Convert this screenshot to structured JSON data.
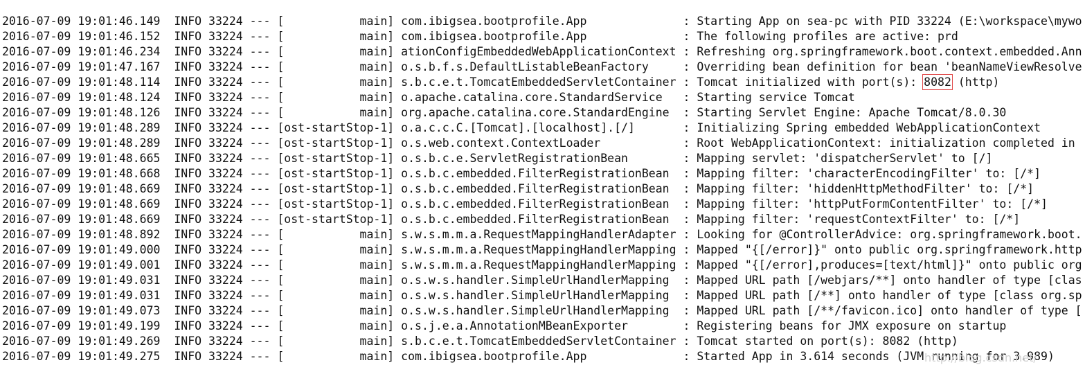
{
  "console": {
    "lines": [
      "2016-07-09 19:01:46.149  INFO 33224 --- [           main] com.ibigsea.bootprofile.App              : Starting App on sea-pc with PID 33224 (E:\\workspace\\mywo",
      "2016-07-09 19:01:46.152  INFO 33224 --- [           main] com.ibigsea.bootprofile.App              : The following profiles are active: prd",
      "2016-07-09 19:01:46.234  INFO 33224 --- [           main] ationConfigEmbeddedWebApplicationContext : Refreshing org.springframework.boot.context.embedded.Ann",
      "2016-07-09 19:01:47.167  INFO 33224 --- [           main] o.s.b.f.s.DefaultListableBeanFactory     : Overriding bean definition for bean 'beanNameViewResolve",
      "2016-07-09 19:01:48.114  INFO 33224 --- [           main] s.b.c.e.t.TomcatEmbeddedServletContainer : Tomcat initialized with port(s): 8082 (http)",
      "2016-07-09 19:01:48.124  INFO 33224 --- [           main] o.apache.catalina.core.StandardService   : Starting service Tomcat",
      "2016-07-09 19:01:48.126  INFO 33224 --- [           main] org.apache.catalina.core.StandardEngine  : Starting Servlet Engine: Apache Tomcat/8.0.30",
      "2016-07-09 19:01:48.289  INFO 33224 --- [ost-startStop-1] o.a.c.c.C.[Tomcat].[localhost].[/]       : Initializing Spring embedded WebApplicationContext",
      "2016-07-09 19:01:48.289  INFO 33224 --- [ost-startStop-1] o.s.web.context.ContextLoader            : Root WebApplicationContext: initialization completed in",
      "2016-07-09 19:01:48.665  INFO 33224 --- [ost-startStop-1] o.s.b.c.e.ServletRegistrationBean        : Mapping servlet: 'dispatcherServlet' to [/]",
      "2016-07-09 19:01:48.668  INFO 33224 --- [ost-startStop-1] o.s.b.c.embedded.FilterRegistrationBean  : Mapping filter: 'characterEncodingFilter' to: [/*]",
      "2016-07-09 19:01:48.669  INFO 33224 --- [ost-startStop-1] o.s.b.c.embedded.FilterRegistrationBean  : Mapping filter: 'hiddenHttpMethodFilter' to: [/*]",
      "2016-07-09 19:01:48.669  INFO 33224 --- [ost-startStop-1] o.s.b.c.embedded.FilterRegistrationBean  : Mapping filter: 'httpPutFormContentFilter' to: [/*]",
      "2016-07-09 19:01:48.669  INFO 33224 --- [ost-startStop-1] o.s.b.c.embedded.FilterRegistrationBean  : Mapping filter: 'requestContextFilter' to: [/*]",
      "2016-07-09 19:01:48.892  INFO 33224 --- [           main] s.w.s.m.m.a.RequestMappingHandlerAdapter : Looking for @ControllerAdvice: org.springframework.boot.",
      "2016-07-09 19:01:49.000  INFO 33224 --- [           main] s.w.s.m.m.a.RequestMappingHandlerMapping : Mapped \"{[/error]}\" onto public org.springframework.http",
      "2016-07-09 19:01:49.001  INFO 33224 --- [           main] s.w.s.m.m.a.RequestMappingHandlerMapping : Mapped \"{[/error],produces=[text/html]}\" onto public org",
      "2016-07-09 19:01:49.031  INFO 33224 --- [           main] o.s.w.s.handler.SimpleUrlHandlerMapping  : Mapped URL path [/webjars/**] onto handler of type [clas",
      "2016-07-09 19:01:49.031  INFO 33224 --- [           main] o.s.w.s.handler.SimpleUrlHandlerMapping  : Mapped URL path [/**] onto handler of type [class org.sp",
      "2016-07-09 19:01:49.073  INFO 33224 --- [           main] o.s.w.s.handler.SimpleUrlHandlerMapping  : Mapped URL path [/**/favicon.ico] onto handler of type [",
      "2016-07-09 19:01:49.199  INFO 33224 --- [           main] o.s.j.e.a.AnnotationMBeanExporter        : Registering beans for JMX exposure on startup",
      "2016-07-09 19:01:49.269  INFO 33224 --- [           main] s.b.c.e.t.TomcatEmbeddedServletContainer : Tomcat started on port(s): 8082 (http)",
      "2016-07-09 19:01:49.275  INFO 33224 --- [           main] com.ibigsea.bootprofile.App              : Started App in 3.614 seconds (JVM running for 3.989)"
    ],
    "highlight": {
      "line_index": 4,
      "text": "8082",
      "color": "#e04848"
    }
  },
  "watermark": {
    "text": "http://blog.csdn.net/"
  }
}
